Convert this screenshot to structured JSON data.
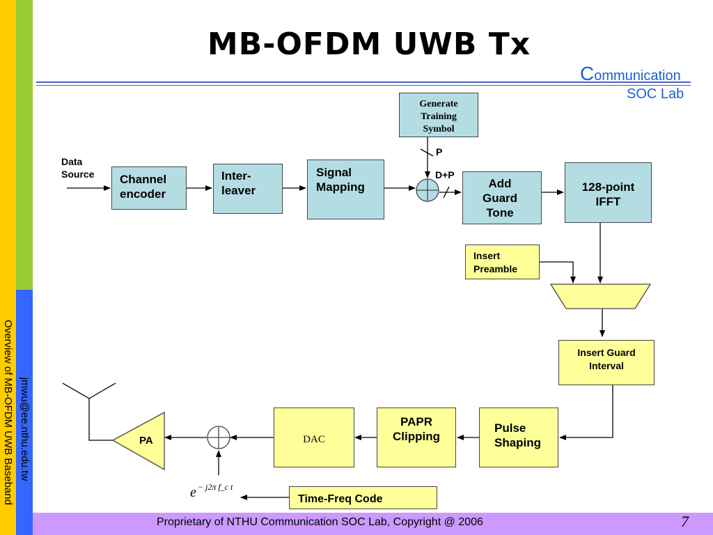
{
  "slide": {
    "title": "MB-OFDM UWB Tx",
    "logo_line1_cap": "C",
    "logo_line1_rest": "ommunication",
    "logo_line2": "SOC Lab",
    "side_text_1": "Overview of MB-OFDM UWB Baseband",
    "side_text_2": "jmwu@ee.nthu.edu.tw",
    "footer": "Proprietary of NTHU Communication SOC Lab, Copyright @ 2006",
    "page_number": "7"
  },
  "diagram": {
    "data_source": "Data Source",
    "channel_encoder": "Channel encoder",
    "interleaver": "Inter-leaver",
    "signal_mapping": "Signal Mapping",
    "generate_training": "Generate Training Symbol",
    "p_label": "P",
    "dp_label": "D+P",
    "add_guard_tone": "Add Guard Tone",
    "ifft": "128-point IFFT",
    "insert_preamble": "Insert Preamble",
    "insert_guard_interval": "Insert Guard Interval",
    "pulse_shaping": "Pulse Shaping",
    "papr_clipping": "PAPR Clipping",
    "dac": "DAC",
    "pa": "PA",
    "time_freq_code": "Time-Freq Code",
    "carrier_base": "e",
    "carrier_exponent": "− j2π f_c t"
  }
}
